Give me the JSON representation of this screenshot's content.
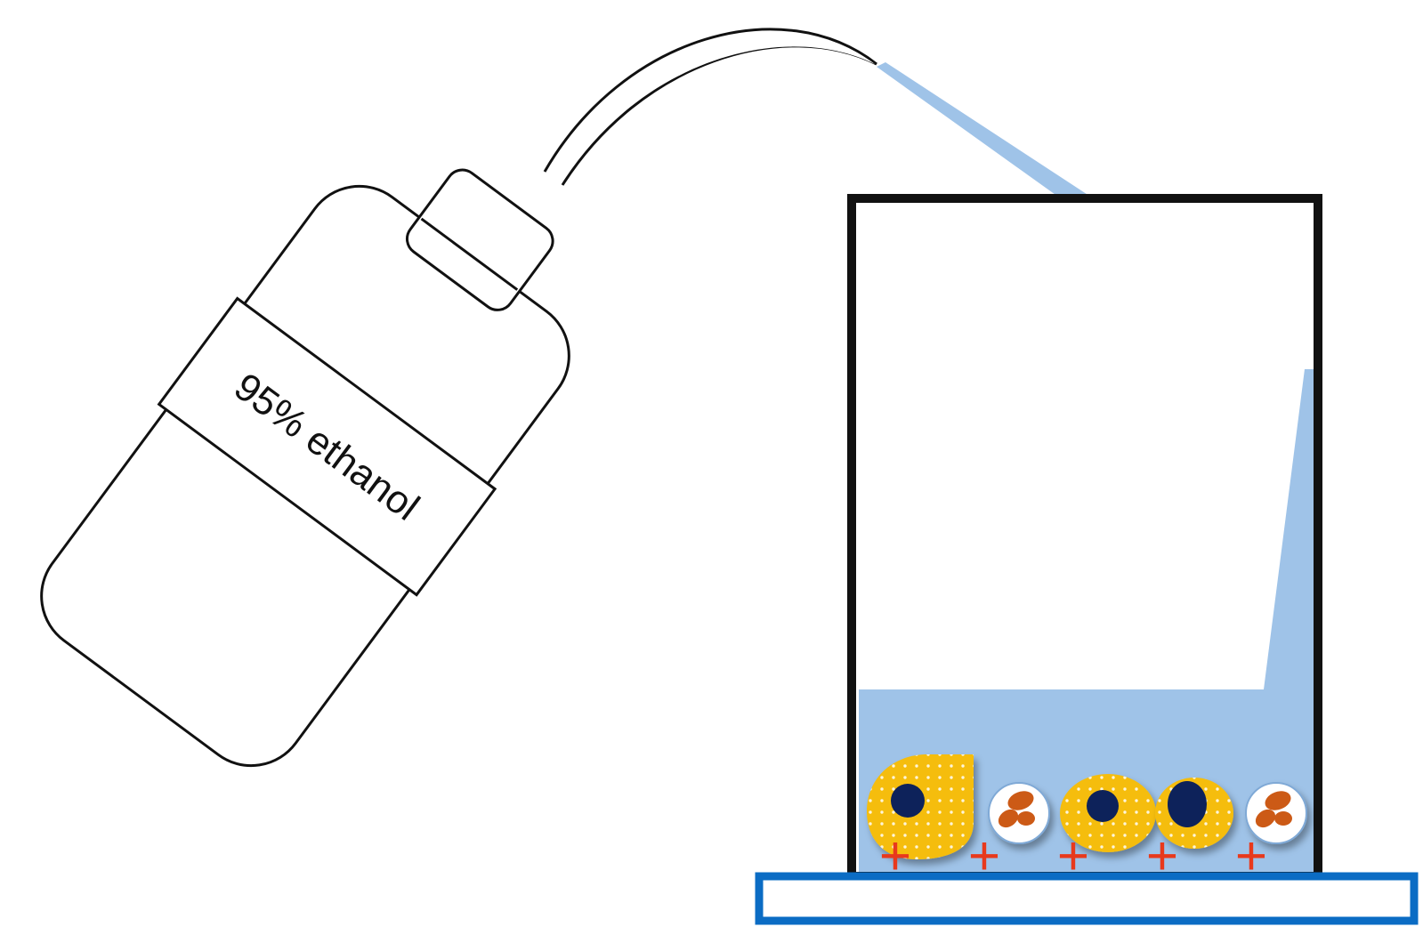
{
  "bottle": {
    "label": "95% ethanol"
  },
  "colors": {
    "ethanol": "#9fc3e8",
    "tumor_cell": "#f5bd0c",
    "nucleus": "#08205a",
    "rbc_granule": "#cc5a18",
    "charge": "#e8391c",
    "slide": "#0b6cc4",
    "outline": "#111111"
  },
  "cells": [
    {
      "kind": "tumor-cell",
      "shape": "teardrop"
    },
    {
      "kind": "leukocyte"
    },
    {
      "kind": "tumor-cell",
      "shape": "oval"
    },
    {
      "kind": "tumor-cell",
      "shape": "oval-large-nucleus"
    },
    {
      "kind": "leukocyte"
    }
  ],
  "charges": [
    "+",
    "+",
    "+",
    "+",
    "+"
  ]
}
